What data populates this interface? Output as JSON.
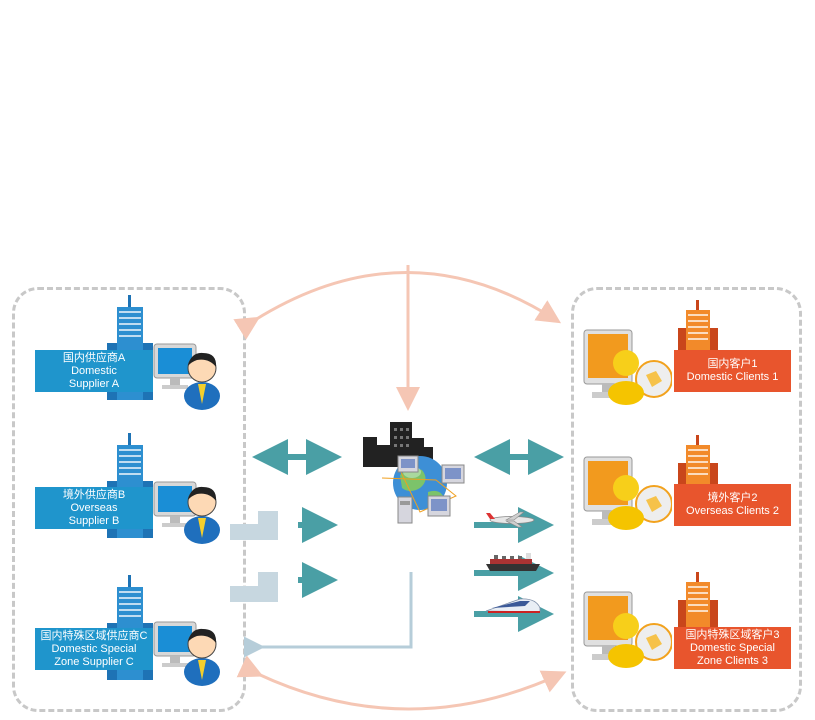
{
  "suppliers": [
    {
      "zh": "国内供应商A",
      "en1": "Domestic",
      "en2": "Supplier A"
    },
    {
      "zh": "境外供应商B",
      "en1": "Overseas",
      "en2": "Supplier B"
    },
    {
      "zh": "国内特殊区域供应商C",
      "en1": "Domestic Special",
      "en2": "Zone Supplier C"
    }
  ],
  "clients": [
    {
      "zh": "国内客户1",
      "en1": "Domestic Clients  1",
      "en2": ""
    },
    {
      "zh": "境外客户2",
      "en1": "Overseas Clients  2",
      "en2": ""
    },
    {
      "zh": "国内特殊区域客户3",
      "en1": "Domestic Special",
      "en2": "Zone Clients  3"
    }
  ],
  "colors": {
    "supplier_label": "#1f95cc",
    "client_label": "#e8552d",
    "teal_arrow": "#4a9fa5",
    "pale_arrow": "#f5c6b4",
    "light_blue_arrow": "#b6cdd9",
    "frame": "#c8c8c8"
  },
  "icons": [
    "building-icon",
    "computer-icon",
    "user-icon",
    "globe-network-icon",
    "airplane-icon",
    "cargo-ship-icon",
    "train-icon"
  ]
}
